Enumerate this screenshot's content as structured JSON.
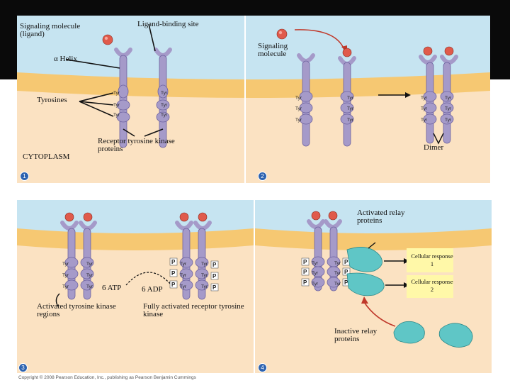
{
  "panel1": {
    "signaling_molecule_ligand": "Signaling molecule (ligand)",
    "ligand_binding_site": "Ligand-binding site",
    "alpha_helix": "α Helix",
    "tyrosines": "Tyrosines",
    "signaling_molecule": "Signaling molecule",
    "receptor_tyrosine_kinase_proteins": "Receptor tyrosine kinase proteins",
    "dimer": "Dimer",
    "cytoplasm": "CYTOPLASM",
    "step1": "1",
    "step2": "2"
  },
  "panel3": {
    "six_atp": "6  ATP",
    "six_adp": "6 ADP",
    "activated_tyrosine_kinase_regions": "Activated tyrosine kinase regions",
    "fully_activated_receptor": "Fully activated receptor tyrosine kinase",
    "step3": "3"
  },
  "panel4": {
    "activated_relay_proteins": "Activated relay proteins",
    "cellular_response_1": "Cellular response 1",
    "cellular_response_2": "Cellular response 2",
    "inactive_relay_proteins": "Inactive relay proteins",
    "step4": "4"
  },
  "residue_label": "Tyr",
  "phosphate_label": "P",
  "copyright": "Copyright © 2008 Pearson Education, Inc., publishing as Pearson Benjamin Cummings",
  "colors": {
    "extracellular": "#c6e4f1",
    "membrane": "#f6c872",
    "cytoplasm": "#fbe2c2",
    "receptor": "#a59ac9",
    "ligand": "#e05a4b",
    "relay_protein": "#5fc6c6",
    "response_box": "#fff8a8",
    "step_badge": "#2d63b0"
  }
}
